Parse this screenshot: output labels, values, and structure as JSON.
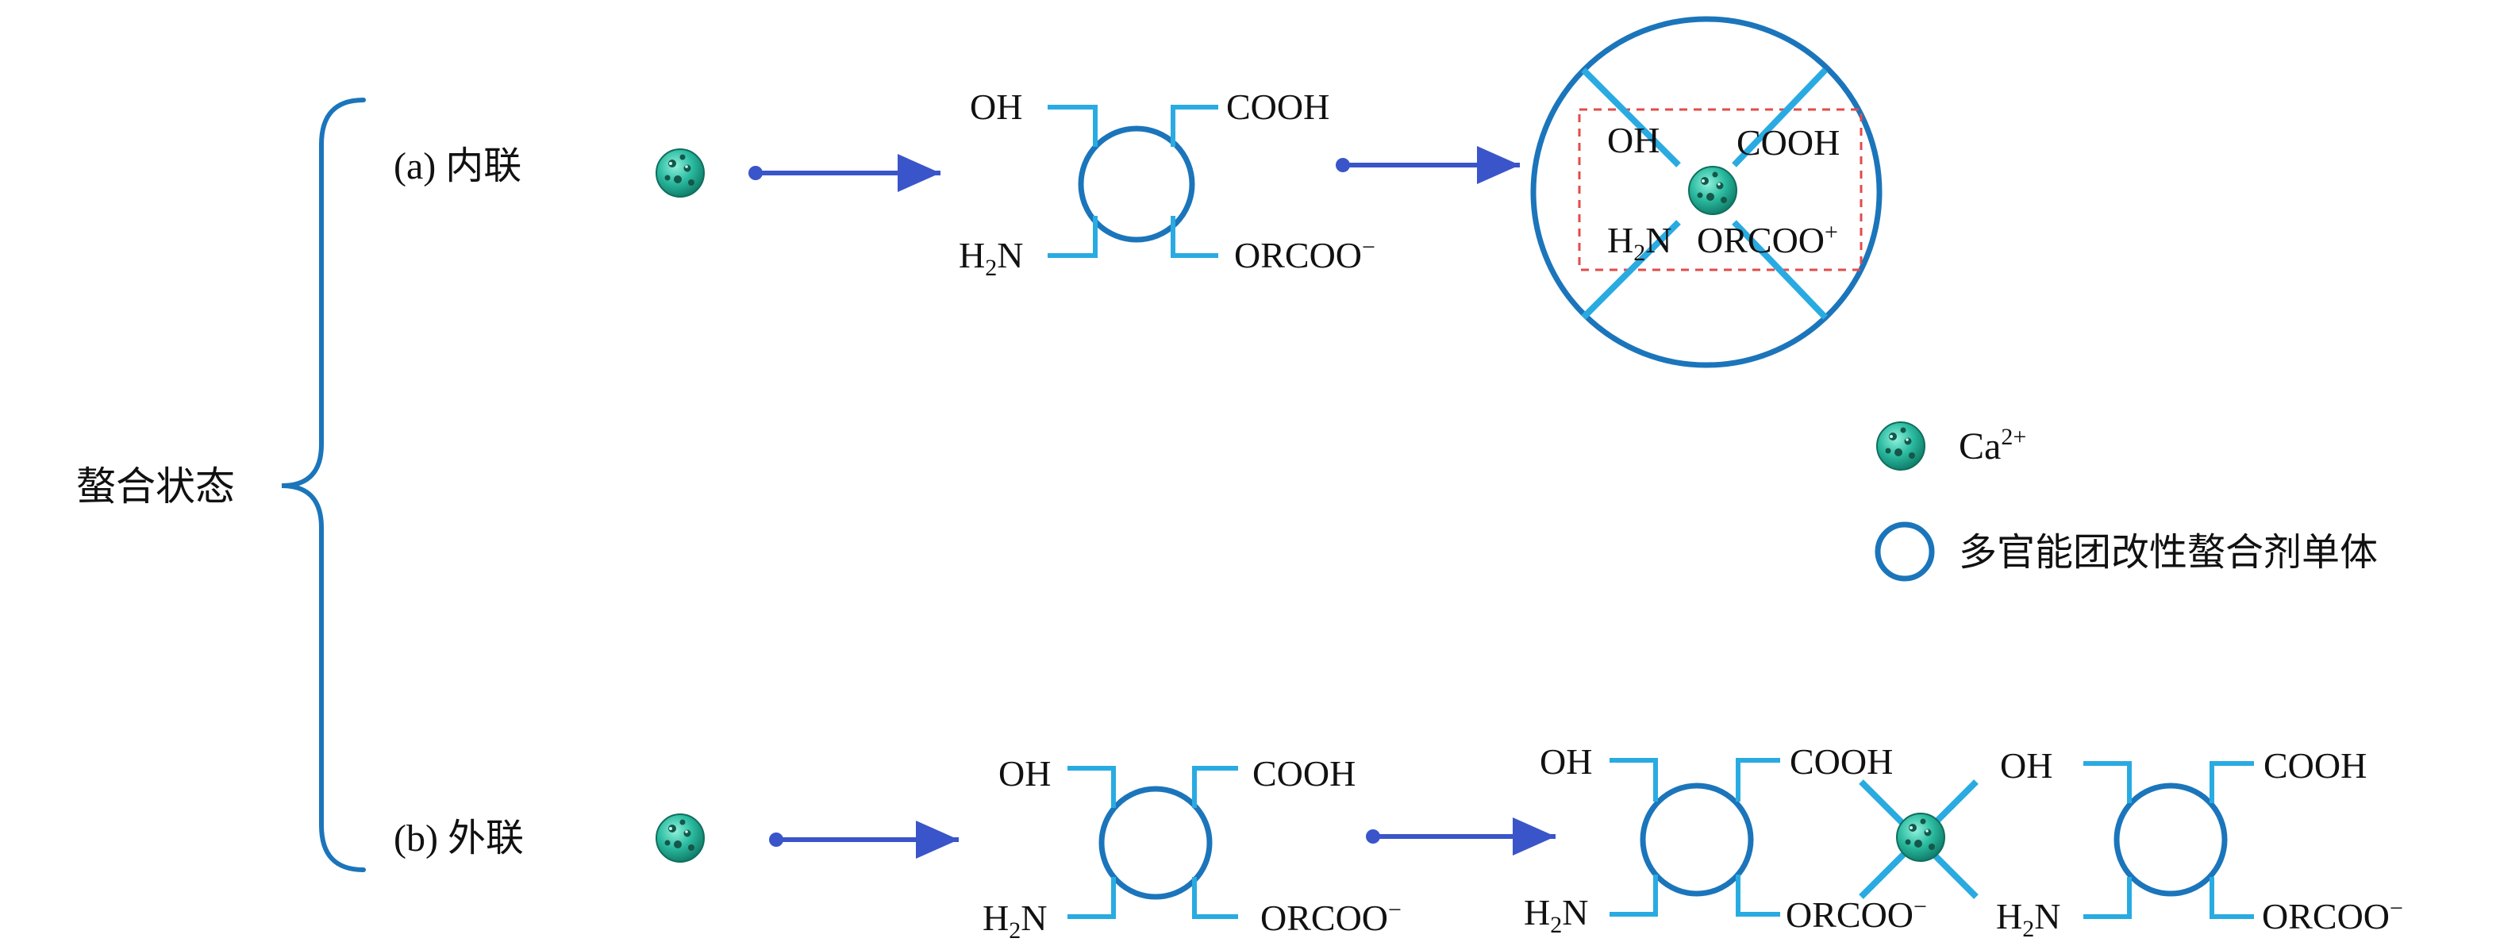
{
  "title": "螯合状态",
  "branch_a": {
    "label": "(a) 内联"
  },
  "branch_b": {
    "label": "(b) 外联"
  },
  "groups": {
    "oh": "OH",
    "cooh": "COOH",
    "h2n_h": "H",
    "h2n_sub": "2",
    "h2n_n": "N",
    "orcoo": "ORCOO",
    "minus": "−",
    "plus": "+"
  },
  "legend": {
    "ion_base": "Ca",
    "ion_sup": "2+",
    "monomer": "多官能团改性螯合剂单体"
  },
  "colors": {
    "brace": "#1b75bb",
    "arrow": "#3a55c9",
    "bracket": "#29abe2",
    "ring": "#1b75bb",
    "ion_fill": "#2bbba0",
    "ion_spots": "#15574a",
    "dashed_box": "#e24b4b"
  }
}
